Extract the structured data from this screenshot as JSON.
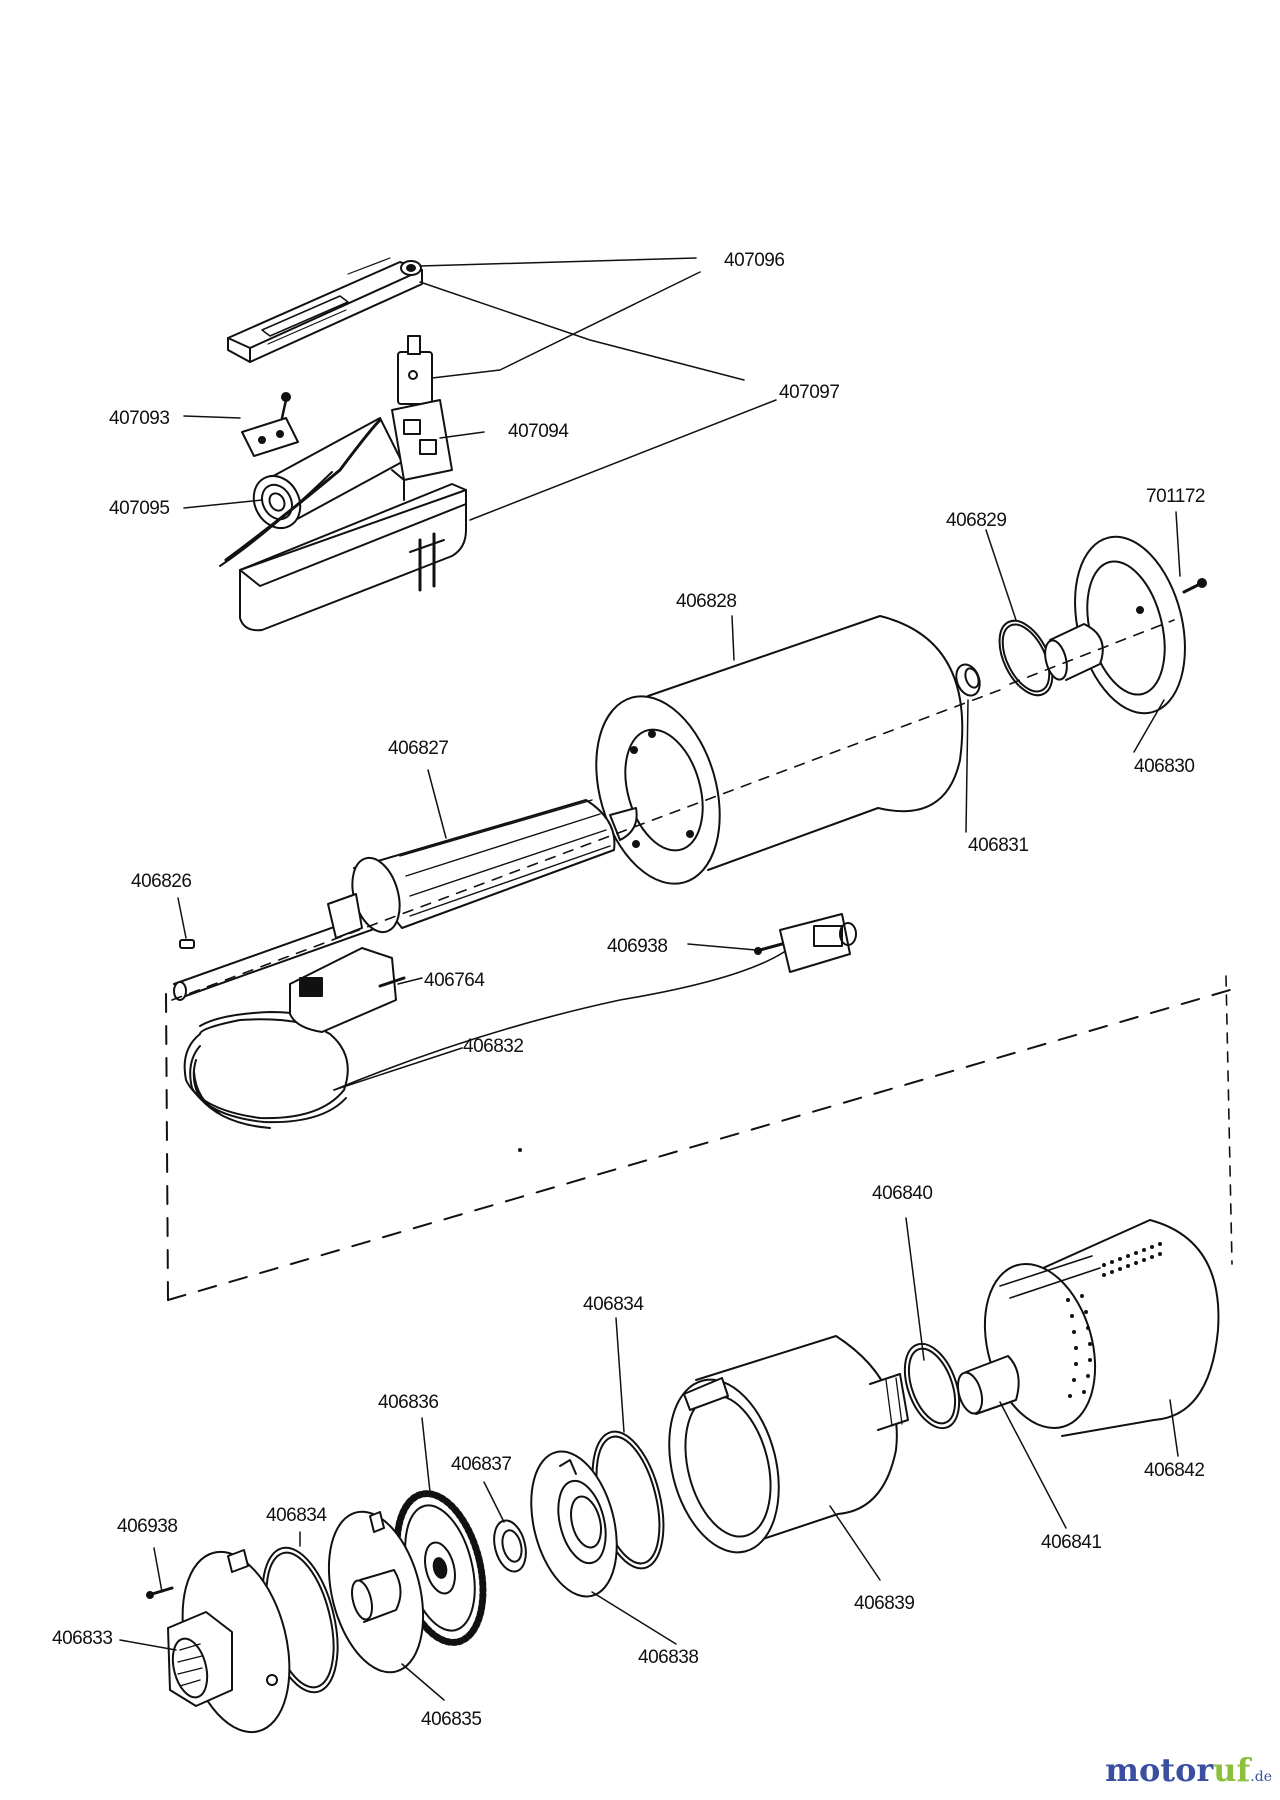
{
  "parts": [
    {
      "id": "p407096",
      "number": "407096"
    },
    {
      "id": "p407097",
      "number": "407097"
    },
    {
      "id": "p407093",
      "number": "407093"
    },
    {
      "id": "p407094",
      "number": "407094"
    },
    {
      "id": "p407095",
      "number": "407095"
    },
    {
      "id": "p701172",
      "number": "701172"
    },
    {
      "id": "p406829",
      "number": "406829"
    },
    {
      "id": "p406828",
      "number": "406828"
    },
    {
      "id": "p406830",
      "number": "406830"
    },
    {
      "id": "p406827",
      "number": "406827"
    },
    {
      "id": "p406831",
      "number": "406831"
    },
    {
      "id": "p406826",
      "number": "406826"
    },
    {
      "id": "p406938a",
      "number": "406938"
    },
    {
      "id": "p406764",
      "number": "406764"
    },
    {
      "id": "p406832",
      "number": "406832"
    },
    {
      "id": "p406840",
      "number": "406840"
    },
    {
      "id": "p406834a",
      "number": "406834"
    },
    {
      "id": "p406836",
      "number": "406836"
    },
    {
      "id": "p406837",
      "number": "406837"
    },
    {
      "id": "p406938b",
      "number": "406938"
    },
    {
      "id": "p406834b",
      "number": "406834"
    },
    {
      "id": "p406833",
      "number": "406833"
    },
    {
      "id": "p406842",
      "number": "406842"
    },
    {
      "id": "p406841",
      "number": "406841"
    },
    {
      "id": "p406839",
      "number": "406839"
    },
    {
      "id": "p406838",
      "number": "406838"
    },
    {
      "id": "p406835",
      "number": "406835"
    }
  ],
  "brand": {
    "name_a": "motor",
    "name_b": "uf",
    "suffix": ".de"
  }
}
